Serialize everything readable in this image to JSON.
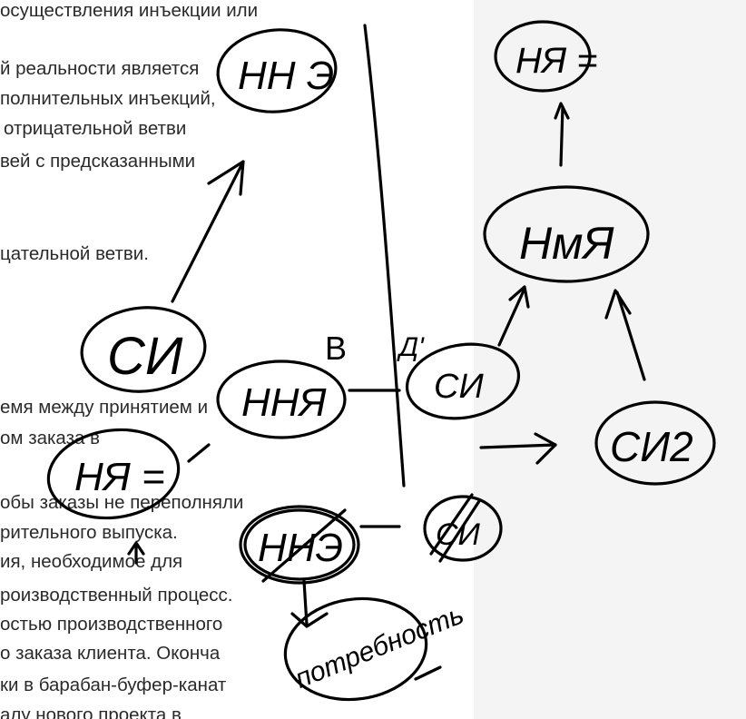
{
  "document": {
    "lines": [
      "осуществления инъекции или",
      "й реальности является",
      "полнительных инъекций,",
      "отрицательной ветви",
      "вей с предсказанными",
      "цательной ветви.",
      "емя между принятием и",
      "ом заказа в",
      "обы заказы не переполняли",
      "рительного выпуска.",
      "ия, необходимое для",
      "роизводственный процесс.",
      "остью производственного",
      "о заказа клиента. Оконча",
      "ки в барабан-буфер-канат",
      "алу нового проекта в"
    ]
  },
  "annotations": {
    "nne_top": "НН Э",
    "ni_left": "СИ",
    "nnya_mid": "ННЯ",
    "letter_b": "В",
    "letter_d": "Д'",
    "ni_center": "СИ",
    "nya_left": "НЯ =",
    "nne_crossed": "ННЭ",
    "crossed_small": "СИ",
    "potrebnost": "потребность",
    "nya_top_right": "НЯ =",
    "nmya": "НмЯ",
    "ni2": "СИ2"
  }
}
